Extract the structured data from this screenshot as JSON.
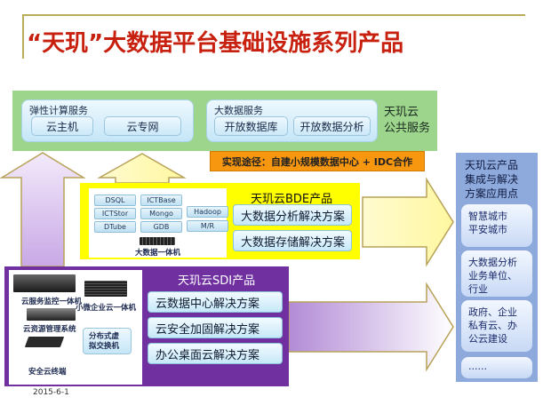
{
  "title": "“天玑”大数据平台基础设施系列产品",
  "public_service": {
    "elastic": {
      "label": "弹性计算服务",
      "items": [
        "云主机",
        "云专网"
      ]
    },
    "bigdata": {
      "label": "大数据服务",
      "items": [
        "开放数据库",
        "开放数据分析"
      ]
    },
    "name_line1": "天玑云",
    "name_line2": "公共服务",
    "callout": "实现途径：自建小规模数据中心 + IDC合作"
  },
  "bde": {
    "title": "天玑云BDE产品",
    "tags": [
      "DSQL",
      "ICTBase",
      "ICTStor",
      "Mongo",
      "Hadoop",
      "DTube",
      "GDB",
      "M/R"
    ],
    "device_label": "大数据一体机",
    "solutions": [
      "大数据分析解决方案",
      "大数据存储解决方案"
    ]
  },
  "sdi": {
    "title": "天玑云SDI产品",
    "devices": [
      "云服务监控一体机",
      "小微企业云一体机",
      "云资源管理系统",
      "分布式虚拟交换机",
      "安全云终端"
    ],
    "solutions": [
      "云数据中心解决方案",
      "云安全加固解决方案",
      "办公桌面云解决方案"
    ]
  },
  "applications": {
    "header": [
      "天玑云产品",
      "集成与解决",
      "方案应用点"
    ],
    "items": [
      [
        "智慧城市",
        "平安城市"
      ],
      [
        "大数据分析",
        "业务单位、",
        "行业"
      ],
      [
        "政府、企业",
        "私有云、办",
        "公云建设"
      ],
      [
        "......"
      ]
    ]
  },
  "date": "2015-6-1"
}
